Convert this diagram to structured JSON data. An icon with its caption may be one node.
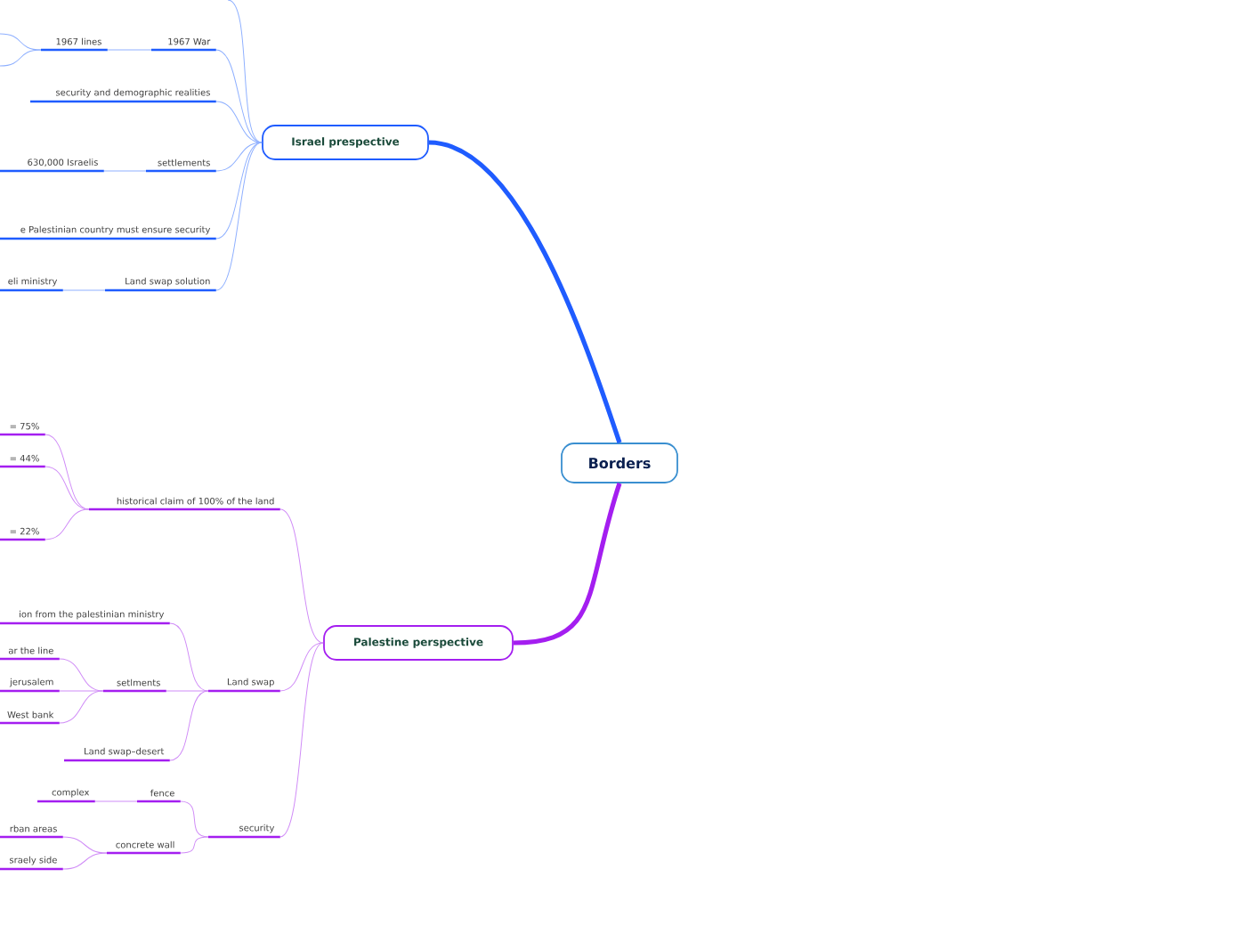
{
  "diagram": {
    "nodes": [
      {
        "text": [
          "Borders"
        ]
      },
      {
        "text": [
          "Israel prespective"
        ]
      },
      {
        "text": [
          "Palestine perspective"
        ]
      },
      {
        "text": [
          "1967 War"
        ]
      },
      {
        "text": [
          "1967 lines"
        ]
      },
      {
        "text": [
          "security and demographic realities"
        ]
      },
      {
        "text": [
          "settlements"
        ]
      },
      {
        "text": [
          "630,000 Israelis"
        ]
      },
      {
        "text": [
          "e Palestinian country must ensure security"
        ]
      },
      {
        "text": [
          "Land swap solution"
        ]
      },
      {
        "text": [
          "eli ministry"
        ]
      },
      {
        "text": [
          "historical claim of 100% of the land"
        ]
      },
      {
        "text": [
          "= 75%"
        ]
      },
      {
        "text": [
          "= 44%"
        ]
      },
      {
        "text": [
          "= 22%"
        ]
      },
      {
        "text": [
          "Land swap"
        ]
      },
      {
        "text": [
          "ion from the palestinian ministry"
        ]
      },
      {
        "text": [
          "setlments"
        ]
      },
      {
        "text": [
          "ar the line"
        ]
      },
      {
        "text": [
          "jerusalem"
        ]
      },
      {
        "text": [
          "West bank"
        ]
      },
      {
        "text": [
          "Land swap–desert"
        ]
      },
      {
        "text": [
          "security"
        ]
      },
      {
        "text": [
          "fence"
        ]
      },
      {
        "text": [
          "complex"
        ]
      },
      {
        "text": [
          "concrete wall"
        ]
      },
      {
        "text": [
          "rban areas"
        ]
      },
      {
        "text": [
          "sraely side"
        ]
      }
    ],
    "edges": [
      {
        "from": 0,
        "to": 1,
        "arrow": "none",
        "style": "thick",
        "color": "#1f5cff"
      },
      {
        "from": 0,
        "to": 2,
        "arrow": "none",
        "style": "thick",
        "color": "#a41ef0"
      },
      {
        "from": 1,
        "to": null,
        "arrow": "none",
        "color": "#8fb0ff"
      },
      {
        "from": 1,
        "to": 3,
        "arrow": "none",
        "color": "#8fb0ff"
      },
      {
        "from": 3,
        "to": 4,
        "arrow": "none",
        "color": "#8fb0ff"
      },
      {
        "from": 4,
        "to": null,
        "arrow": "none",
        "color": "#8fb0ff"
      },
      {
        "from": 4,
        "to": null,
        "arrow": "none",
        "color": "#8fb0ff"
      },
      {
        "from": 1,
        "to": 5,
        "arrow": "none",
        "color": "#8fb0ff"
      },
      {
        "from": 1,
        "to": 6,
        "arrow": "none",
        "color": "#8fb0ff"
      },
      {
        "from": 6,
        "to": 7,
        "arrow": "none",
        "color": "#8fb0ff"
      },
      {
        "from": 1,
        "to": 8,
        "arrow": "none",
        "color": "#8fb0ff"
      },
      {
        "from": 1,
        "to": 9,
        "arrow": "none",
        "color": "#8fb0ff"
      },
      {
        "from": 9,
        "to": 10,
        "arrow": "none",
        "color": "#8fb0ff"
      },
      {
        "from": 2,
        "to": 11,
        "arrow": "none",
        "color": "#d08cf7"
      },
      {
        "from": 11,
        "to": 12,
        "arrow": "none",
        "color": "#d08cf7"
      },
      {
        "from": 11,
        "to": 13,
        "arrow": "none",
        "color": "#d08cf7"
      },
      {
        "from": 11,
        "to": 14,
        "arrow": "none",
        "color": "#d08cf7"
      },
      {
        "from": 2,
        "to": 15,
        "arrow": "none",
        "color": "#d08cf7"
      },
      {
        "from": 15,
        "to": 16,
        "arrow": "none",
        "color": "#d08cf7"
      },
      {
        "from": 15,
        "to": 17,
        "arrow": "none",
        "color": "#d08cf7"
      },
      {
        "from": 17,
        "to": 18,
        "arrow": "none",
        "color": "#d08cf7"
      },
      {
        "from": 17,
        "to": 19,
        "arrow": "none",
        "color": "#d08cf7"
      },
      {
        "from": 17,
        "to": 20,
        "arrow": "none",
        "color": "#d08cf7"
      },
      {
        "from": 15,
        "to": 21,
        "arrow": "none",
        "color": "#d08cf7"
      },
      {
        "from": 2,
        "to": 22,
        "arrow": "none",
        "color": "#d08cf7"
      },
      {
        "from": 22,
        "to": 23,
        "arrow": "none",
        "color": "#d08cf7"
      },
      {
        "from": 23,
        "to": 24,
        "arrow": "none",
        "color": "#d08cf7"
      },
      {
        "from": 22,
        "to": 25,
        "arrow": "none",
        "color": "#d08cf7"
      },
      {
        "from": 25,
        "to": 26,
        "arrow": "none",
        "color": "#d08cf7"
      },
      {
        "from": 25,
        "to": 27,
        "arrow": "none",
        "color": "#d08cf7"
      }
    ]
  }
}
